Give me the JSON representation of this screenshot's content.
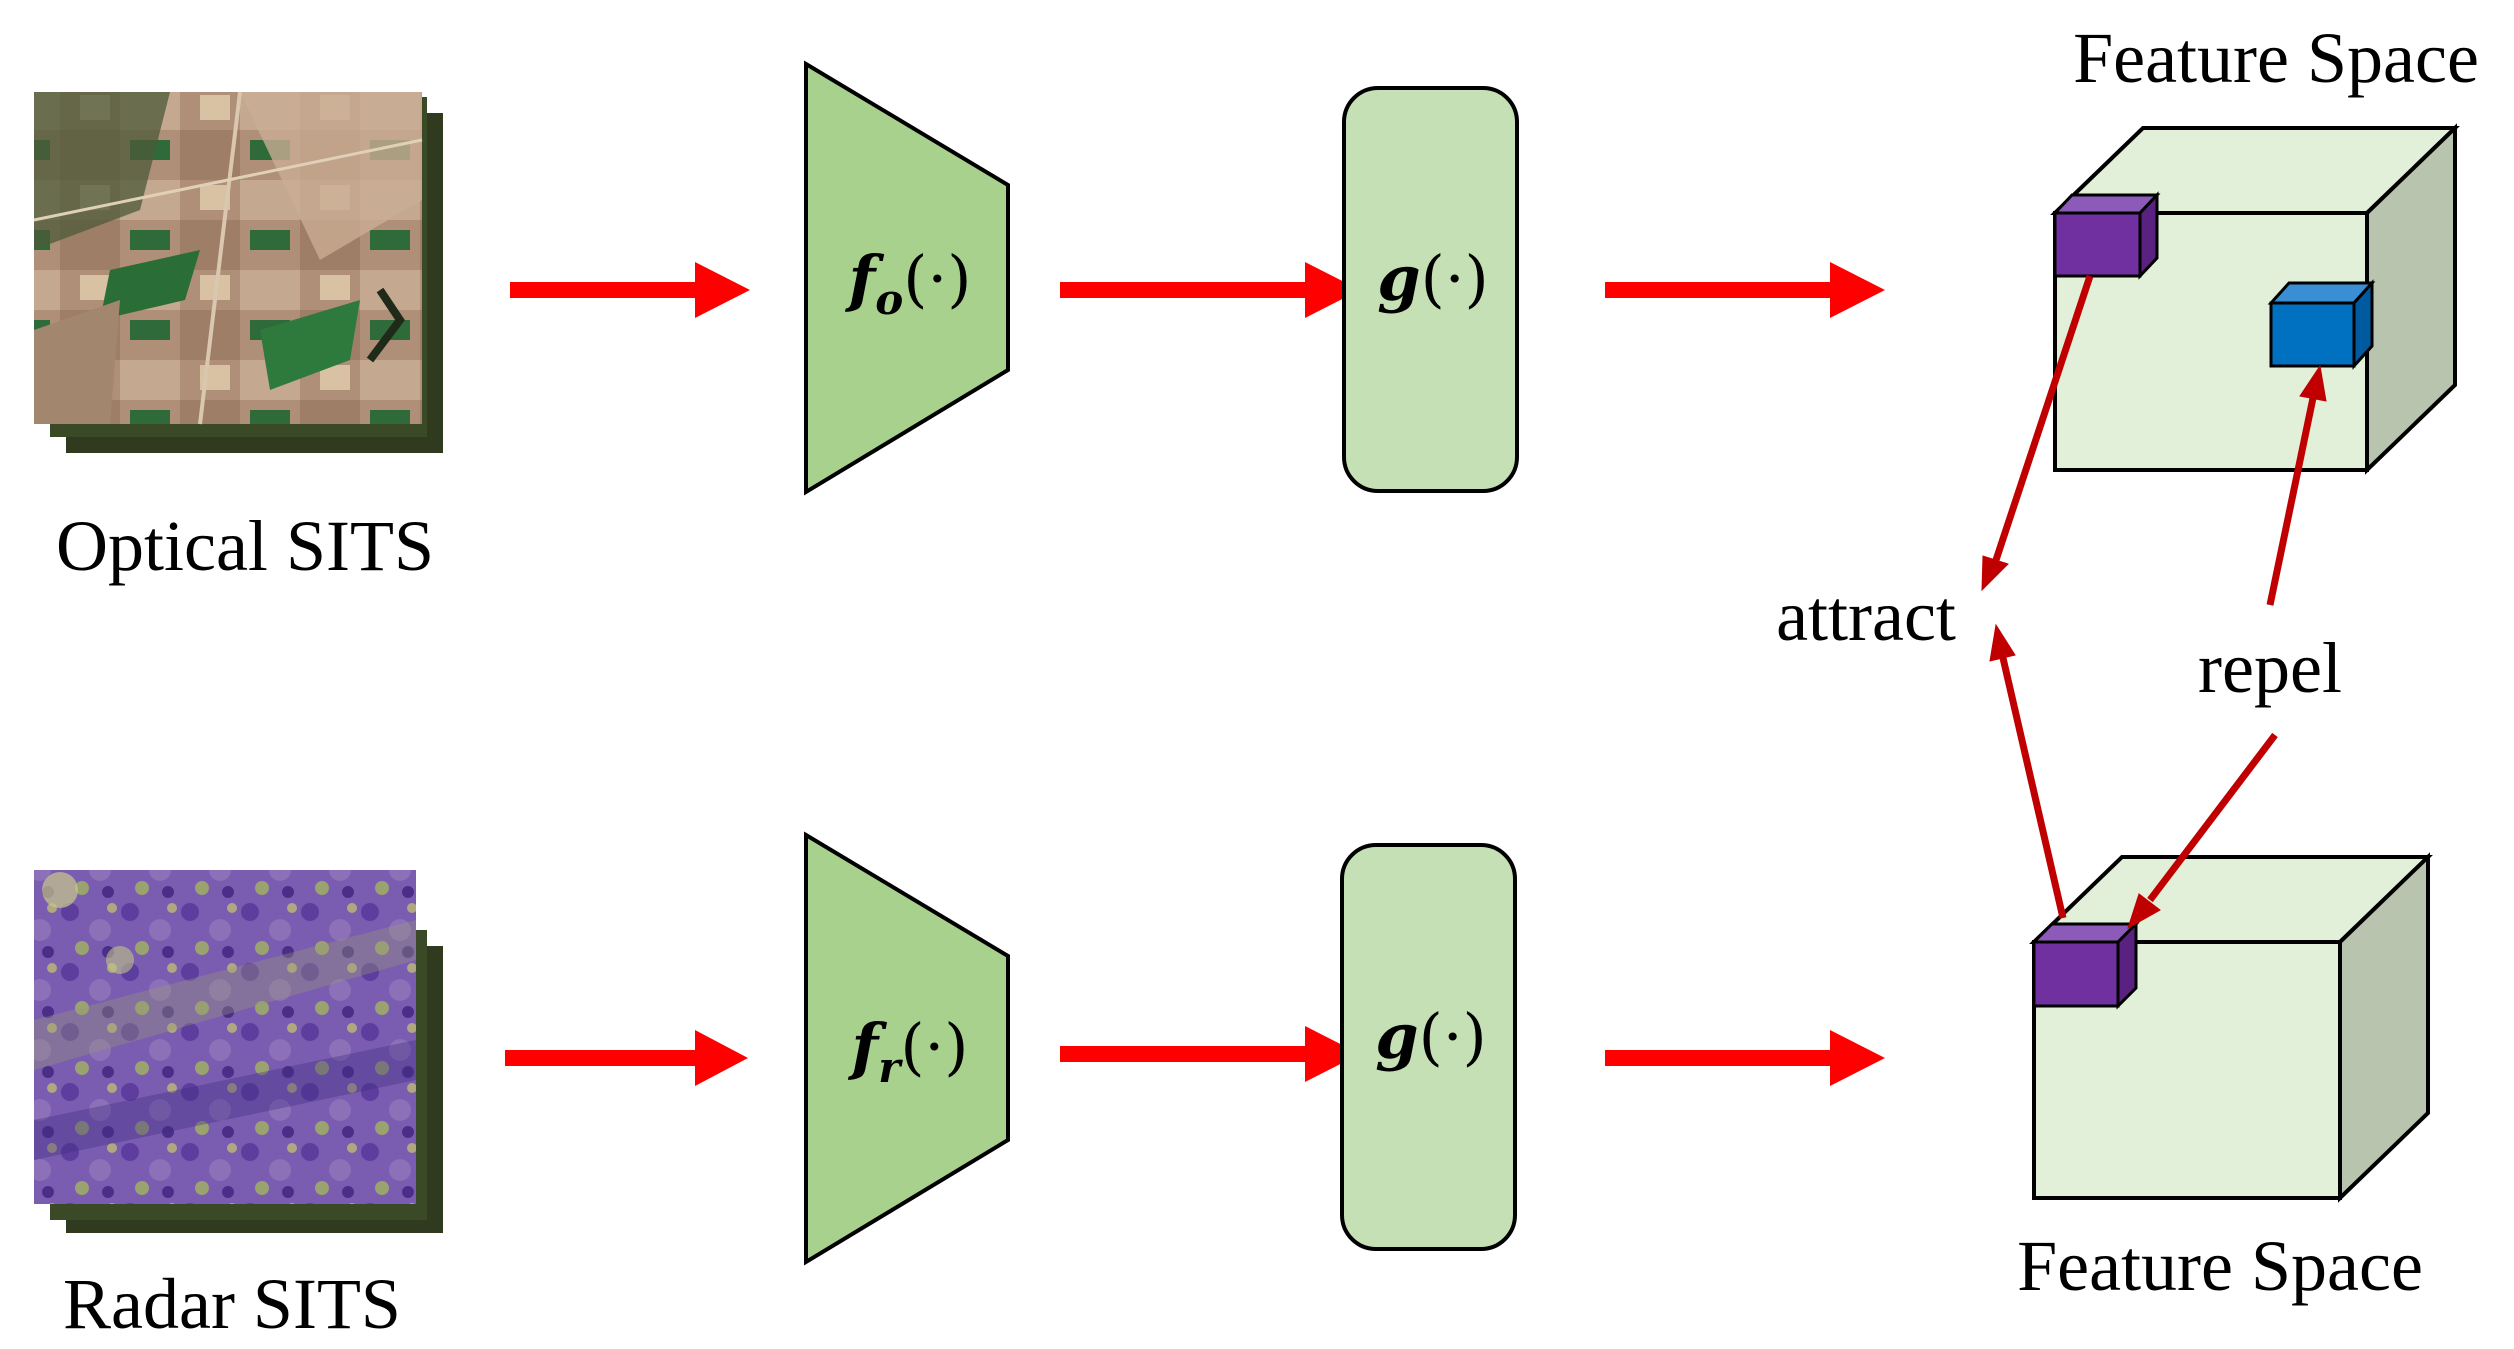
{
  "inputs": {
    "optical": {
      "label": "Optical SITS"
    },
    "radar": {
      "label": "Radar SITS"
    }
  },
  "encoders": {
    "optical": {
      "fn": "f",
      "sub": "o",
      "args": "(·)"
    },
    "radar": {
      "fn": "f",
      "sub": "r",
      "args": "(·)"
    }
  },
  "projectors": {
    "optical": {
      "fn": "g",
      "args": "(·)"
    },
    "radar": {
      "fn": "g",
      "args": "(·)"
    }
  },
  "feature_spaces": {
    "top": {
      "label": "Feature Space"
    },
    "bottom": {
      "label": "Feature Space"
    }
  },
  "relations": {
    "attract": "attract",
    "repel": "repel"
  },
  "colors": {
    "flow_arrow": "#ff0000",
    "relation_arrow": "#c00000",
    "encoder_fill": "#a9d18e",
    "projector_fill": "#c5e0b4",
    "cube_front": "#e2f0d9",
    "cube_side": "#b8c4ae",
    "anchor_cube": "#7030a0",
    "negative_cube": "#0070c0"
  }
}
